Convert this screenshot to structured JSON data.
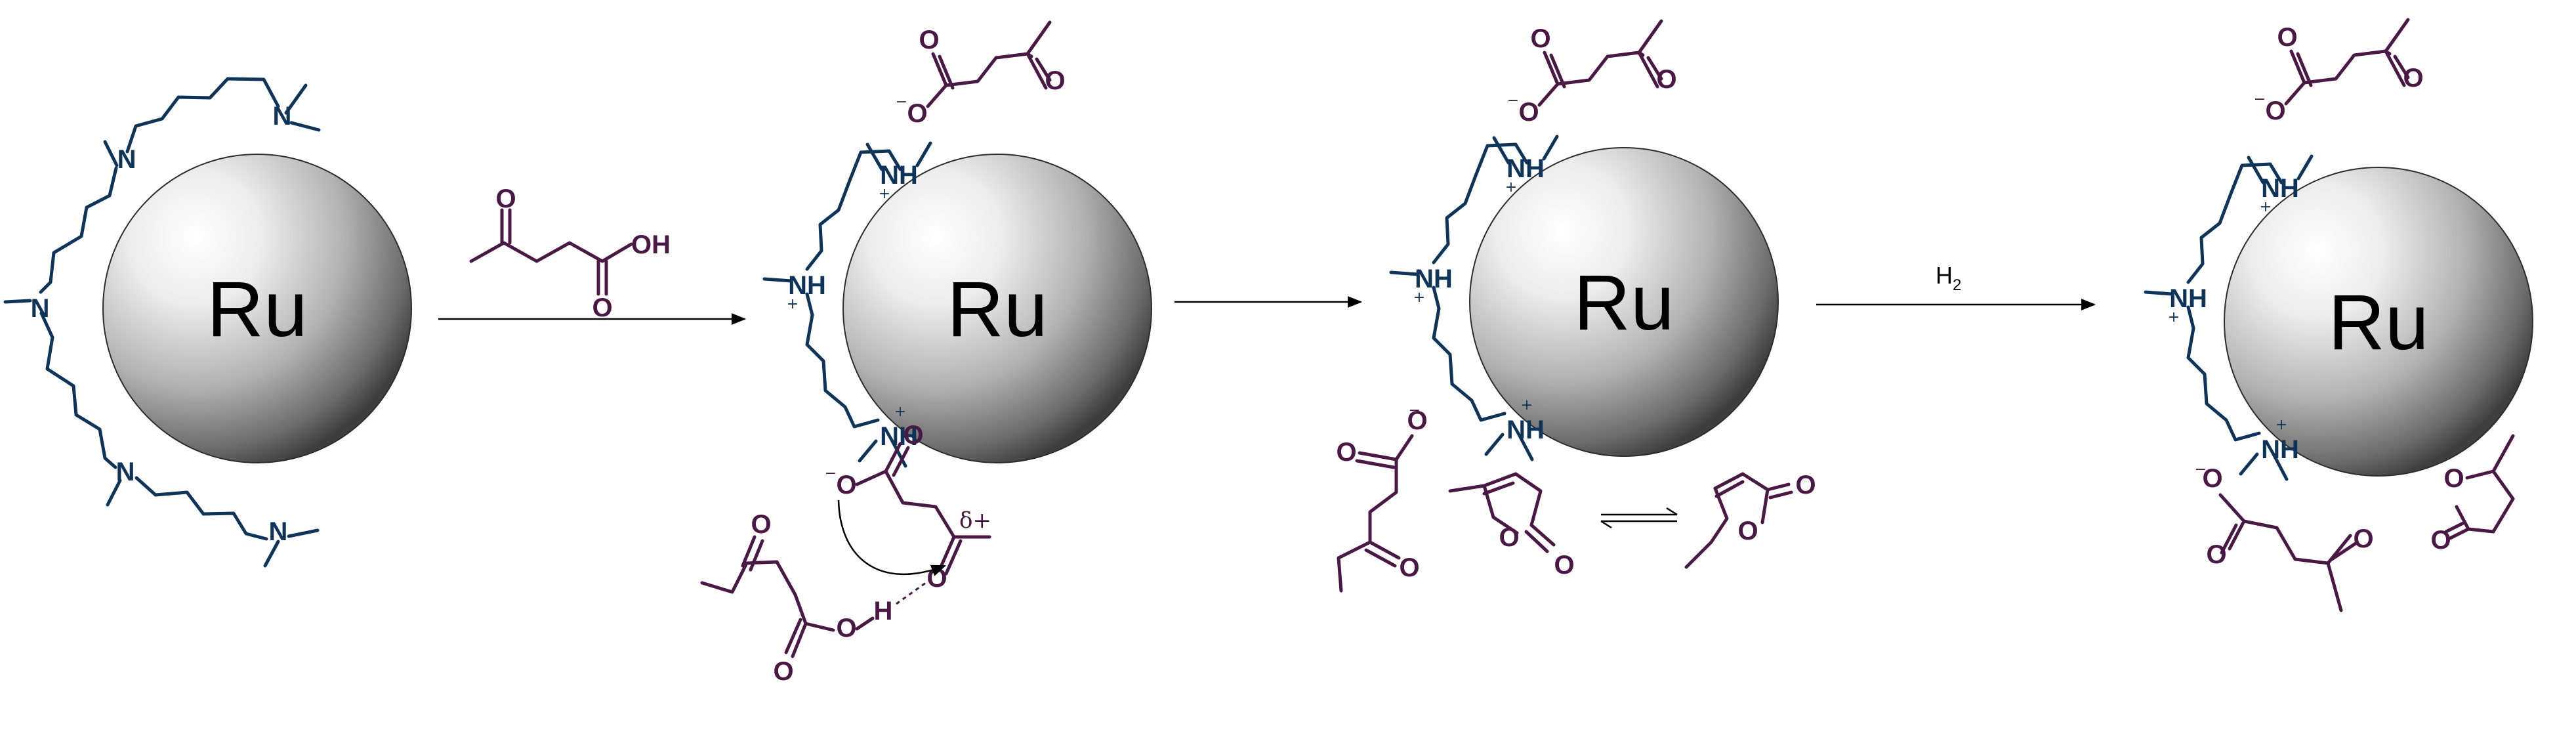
{
  "nanoparticle": {
    "label": "Ru"
  },
  "atoms": {
    "nitrogen": "N",
    "ammonium": "NH",
    "oxygen": "O",
    "hydroxyl": "OH",
    "hydrogen": "H"
  },
  "charges": {
    "plus": "+",
    "minus": "−"
  },
  "step2": {
    "delta_label": "δ+"
  },
  "step3": {
    "reagent_main": "H",
    "reagent_sub": "2"
  },
  "colors": {
    "amine": "#0e3559",
    "acid": "#4a1845",
    "arrow": "#000000"
  }
}
